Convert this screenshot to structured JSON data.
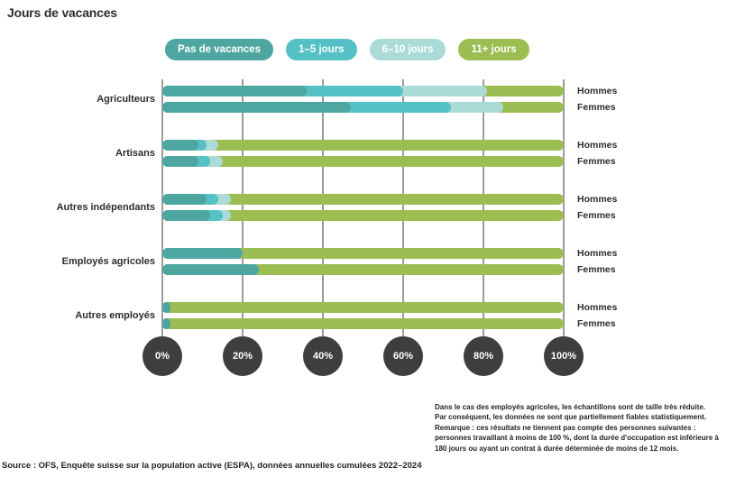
{
  "title": "Jours de vacances",
  "chart_data": {
    "type": "bar",
    "orientation": "horizontal-stacked",
    "title": "Jours de vacances",
    "xlim": [
      0,
      100
    ],
    "grid": true,
    "x_ticks": [
      "0%",
      "20%",
      "40%",
      "60%",
      "80%",
      "100%"
    ],
    "legend_position": "top",
    "legend": [
      {
        "label": "Pas de vacances",
        "color": "#4da6a0"
      },
      {
        "label": "1–5 jours",
        "color": "#55c0c6"
      },
      {
        "label": "6–10 jours",
        "color": "#abdbd6"
      },
      {
        "label": "11+ jours",
        "color": "#9bbd51"
      }
    ],
    "row_labels": [
      "Hommes",
      "Femmes"
    ],
    "groups": [
      {
        "category": "Agriculteurs",
        "rows": [
          {
            "label": "Hommes",
            "values": [
              36,
              24,
              21,
              19
            ]
          },
          {
            "label": "Femmes",
            "values": [
              47,
              25,
              13,
              15
            ]
          }
        ]
      },
      {
        "category": "Artisans",
        "rows": [
          {
            "label": "Hommes",
            "values": [
              9,
              2,
              3,
              86
            ]
          },
          {
            "label": "Femmes",
            "values": [
              9,
              3,
              3,
              85
            ]
          }
        ]
      },
      {
        "category": "Autres indépendants",
        "rows": [
          {
            "label": "Hommes",
            "values": [
              11,
              3,
              3,
              83
            ]
          },
          {
            "label": "Femmes",
            "values": [
              12,
              3,
              2,
              83
            ]
          }
        ]
      },
      {
        "category": "Employés agricoles",
        "rows": [
          {
            "label": "Hommes",
            "values": [
              20,
              0,
              0,
              80
            ]
          },
          {
            "label": "Femmes",
            "values": [
              24,
              0,
              0,
              76
            ]
          }
        ]
      },
      {
        "category": "Autres employés",
        "rows": [
          {
            "label": "Hommes",
            "values": [
              2,
              0,
              0,
              98
            ]
          },
          {
            "label": "Femmes",
            "values": [
              2,
              0,
              0,
              98
            ]
          }
        ]
      }
    ]
  },
  "colors": {
    "axis_circle": "#3e3e3e",
    "grid": "#9b9b9b",
    "text": "#2d2d30"
  },
  "caption_lines": [
    "Dans le cas des employés agricoles, les échantillons sont de taille très réduite.",
    "Par conséquent, les données ne sont que partiellement fiables statistiquement.",
    "Remarque : ces résultats ne tiennent pas compte des personnes suivantes :",
    "personnes travaillant à moins de 100 %, dont la durée d'occupation est inférieure à",
    "180 jours ou ayant un contrat à durée déterminée de moins de 12 mois."
  ],
  "source": "Source : OFS, Enquête suisse sur la population active (ESPA), données annuelles cumulées 2022–2024"
}
